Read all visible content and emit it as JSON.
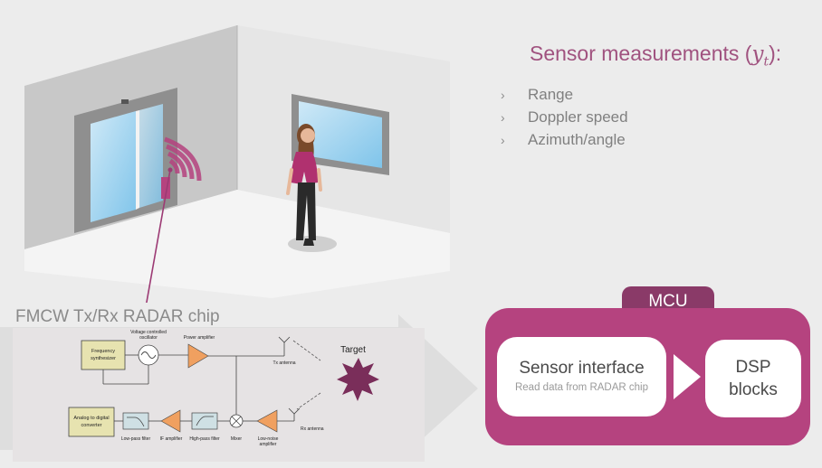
{
  "title": {
    "prefix": "Sensor measurements (",
    "math": "y",
    "sub": "t",
    "suffix": "):"
  },
  "measurements": [
    "Range",
    "Doppler speed",
    "Azimuth/angle"
  ],
  "chip_label": "FMCW Tx/Rx RADAR chip",
  "block_diagram": {
    "frequency_synthesizer": [
      "Frequency",
      "synthesizer"
    ],
    "vco": [
      "Voltage controlled",
      "oscillator"
    ],
    "power_amplifier": "Power amplifier",
    "tx_antenna": "Tx antenna",
    "rx_antenna": "Rx antenna",
    "target": "Target",
    "adc": [
      "Analog to digital",
      "converter"
    ],
    "low_pass_filter": "Low-pass filter",
    "if_amplifier": "IF amplifier",
    "high_pass_filter": "High-pass filter",
    "mixer": "Mixer",
    "lna": [
      "Low-noise",
      "amplifier"
    ]
  },
  "mcu": {
    "label": "MCU",
    "sensor_interface": "Sensor interface",
    "sensor_interface_sub": "Read data from RADAR chip",
    "dsp_line1": "DSP",
    "dsp_line2": "blocks"
  },
  "colors": {
    "accent": "#b5437f",
    "accent_dark": "#8a3a68",
    "title": "#a0527f",
    "block_green": "#e7e3b0",
    "amp_orange": "#f0a060",
    "target": "#7a2e5a"
  }
}
